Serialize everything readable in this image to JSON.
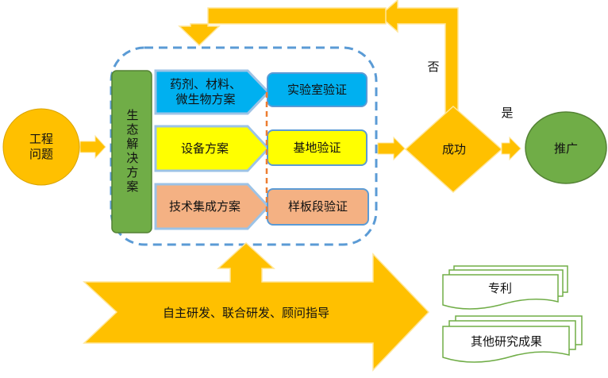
{
  "nodes": {
    "engineering_problem": "工程\n问题",
    "eco_solution": "生态解决方案",
    "plan_drug": "药剂、材料、\n微生物方案",
    "plan_equipment": "设备方案",
    "plan_technology": "技术集成方案",
    "verify_lab": "实验室验证",
    "verify_base": "基地验证",
    "verify_sample": "样板段验证",
    "success": "成功",
    "promotion": "推广",
    "no_label": "否",
    "yes_label": "是",
    "research_methods": "自主研发、联合研发、顾问指导",
    "output_patent": "专利",
    "output_other": "其他研究成果"
  },
  "colors": {
    "orange": "#FFC000",
    "green_dark": "#548235",
    "green_circle": "#70AD47",
    "blue": "#00B0F0",
    "yellow": "#FFFF00",
    "salmon": "#F4B183",
    "dashed_border": "#5B9BD5",
    "light_blue_border": "#9DC3E6",
    "orange_dash": "#ED7D31",
    "doc_border": "#70AD47"
  }
}
